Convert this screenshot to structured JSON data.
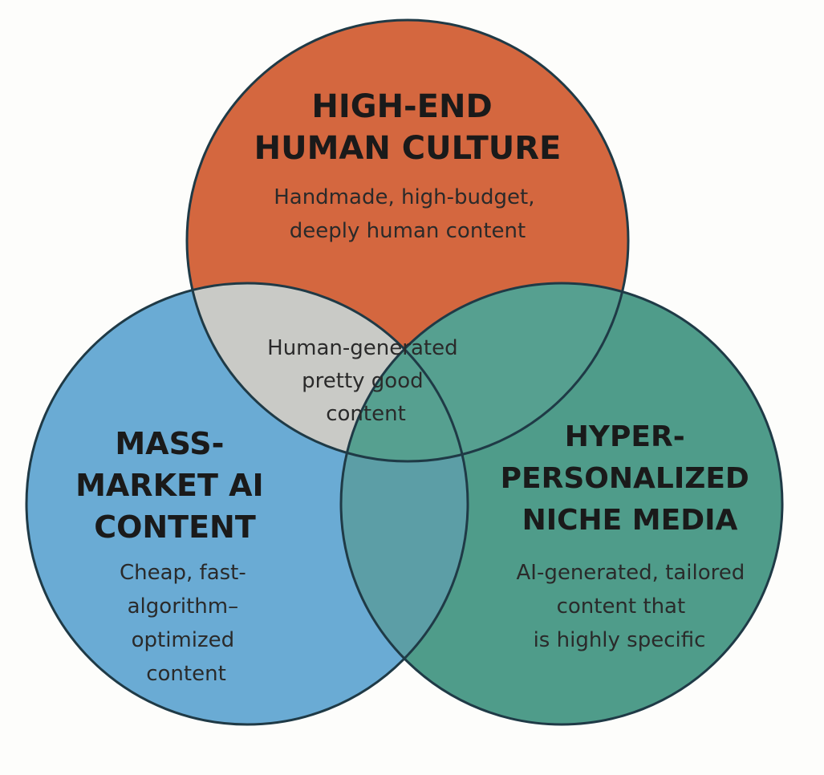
{
  "diagram": {
    "colors": {
      "top": "#d4673f",
      "left": "#6aabd4",
      "right": "#4f9c8a",
      "overlap_top_left": "#c9cac6",
      "overlap_left_right": "#5c9ea6",
      "overlap_top_right": "#56a090",
      "outline": "#1f3a46"
    },
    "circles": {
      "top": {
        "title_lines": [
          "HIGH-END",
          "HUMAN CULTURE"
        ],
        "desc_lines": [
          "Handmade, high-budget,",
          "deeply human content"
        ]
      },
      "left": {
        "title_lines": [
          "MASS-",
          "MARKET AI",
          "CONTENT"
        ],
        "desc_lines": [
          "Cheap, fast-",
          "algorithm–",
          "optimized",
          "content"
        ]
      },
      "right": {
        "title_lines": [
          "HYPER-",
          "PERSONALIZED",
          "NICHE MEDIA"
        ],
        "desc_lines": [
          "AI-generated, tailored",
          "content that",
          "is highly specific"
        ]
      }
    },
    "overlap_top_left": {
      "desc_lines": [
        "Human-generated",
        "pretty good",
        "content"
      ]
    }
  }
}
